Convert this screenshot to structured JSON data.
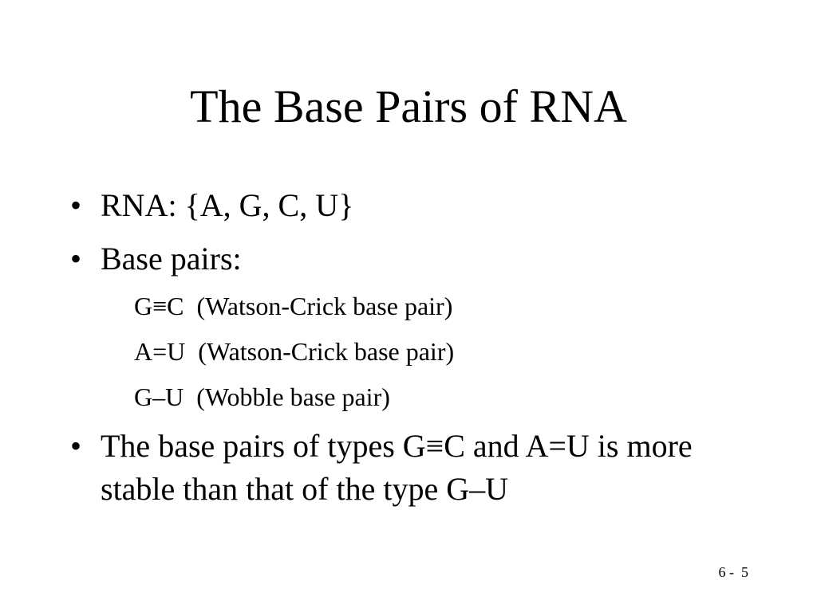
{
  "slide": {
    "title": "The Base Pairs of RNA",
    "bullet_symbol": "•",
    "bullets": [
      {
        "text": "RNA: {A, G, C, U}"
      },
      {
        "text": "Base pairs:"
      },
      {
        "text": "The base pairs of types G≡C and A=U is more stable than that of the type G–U"
      }
    ],
    "sub_items": [
      {
        "text": "G≡C  (Watson-Crick base pair)"
      },
      {
        "text": "A=U  (Watson-Crick base pair)"
      },
      {
        "text": "G–U  (Wobble base pair)"
      }
    ],
    "page_number": "6 -  5"
  }
}
